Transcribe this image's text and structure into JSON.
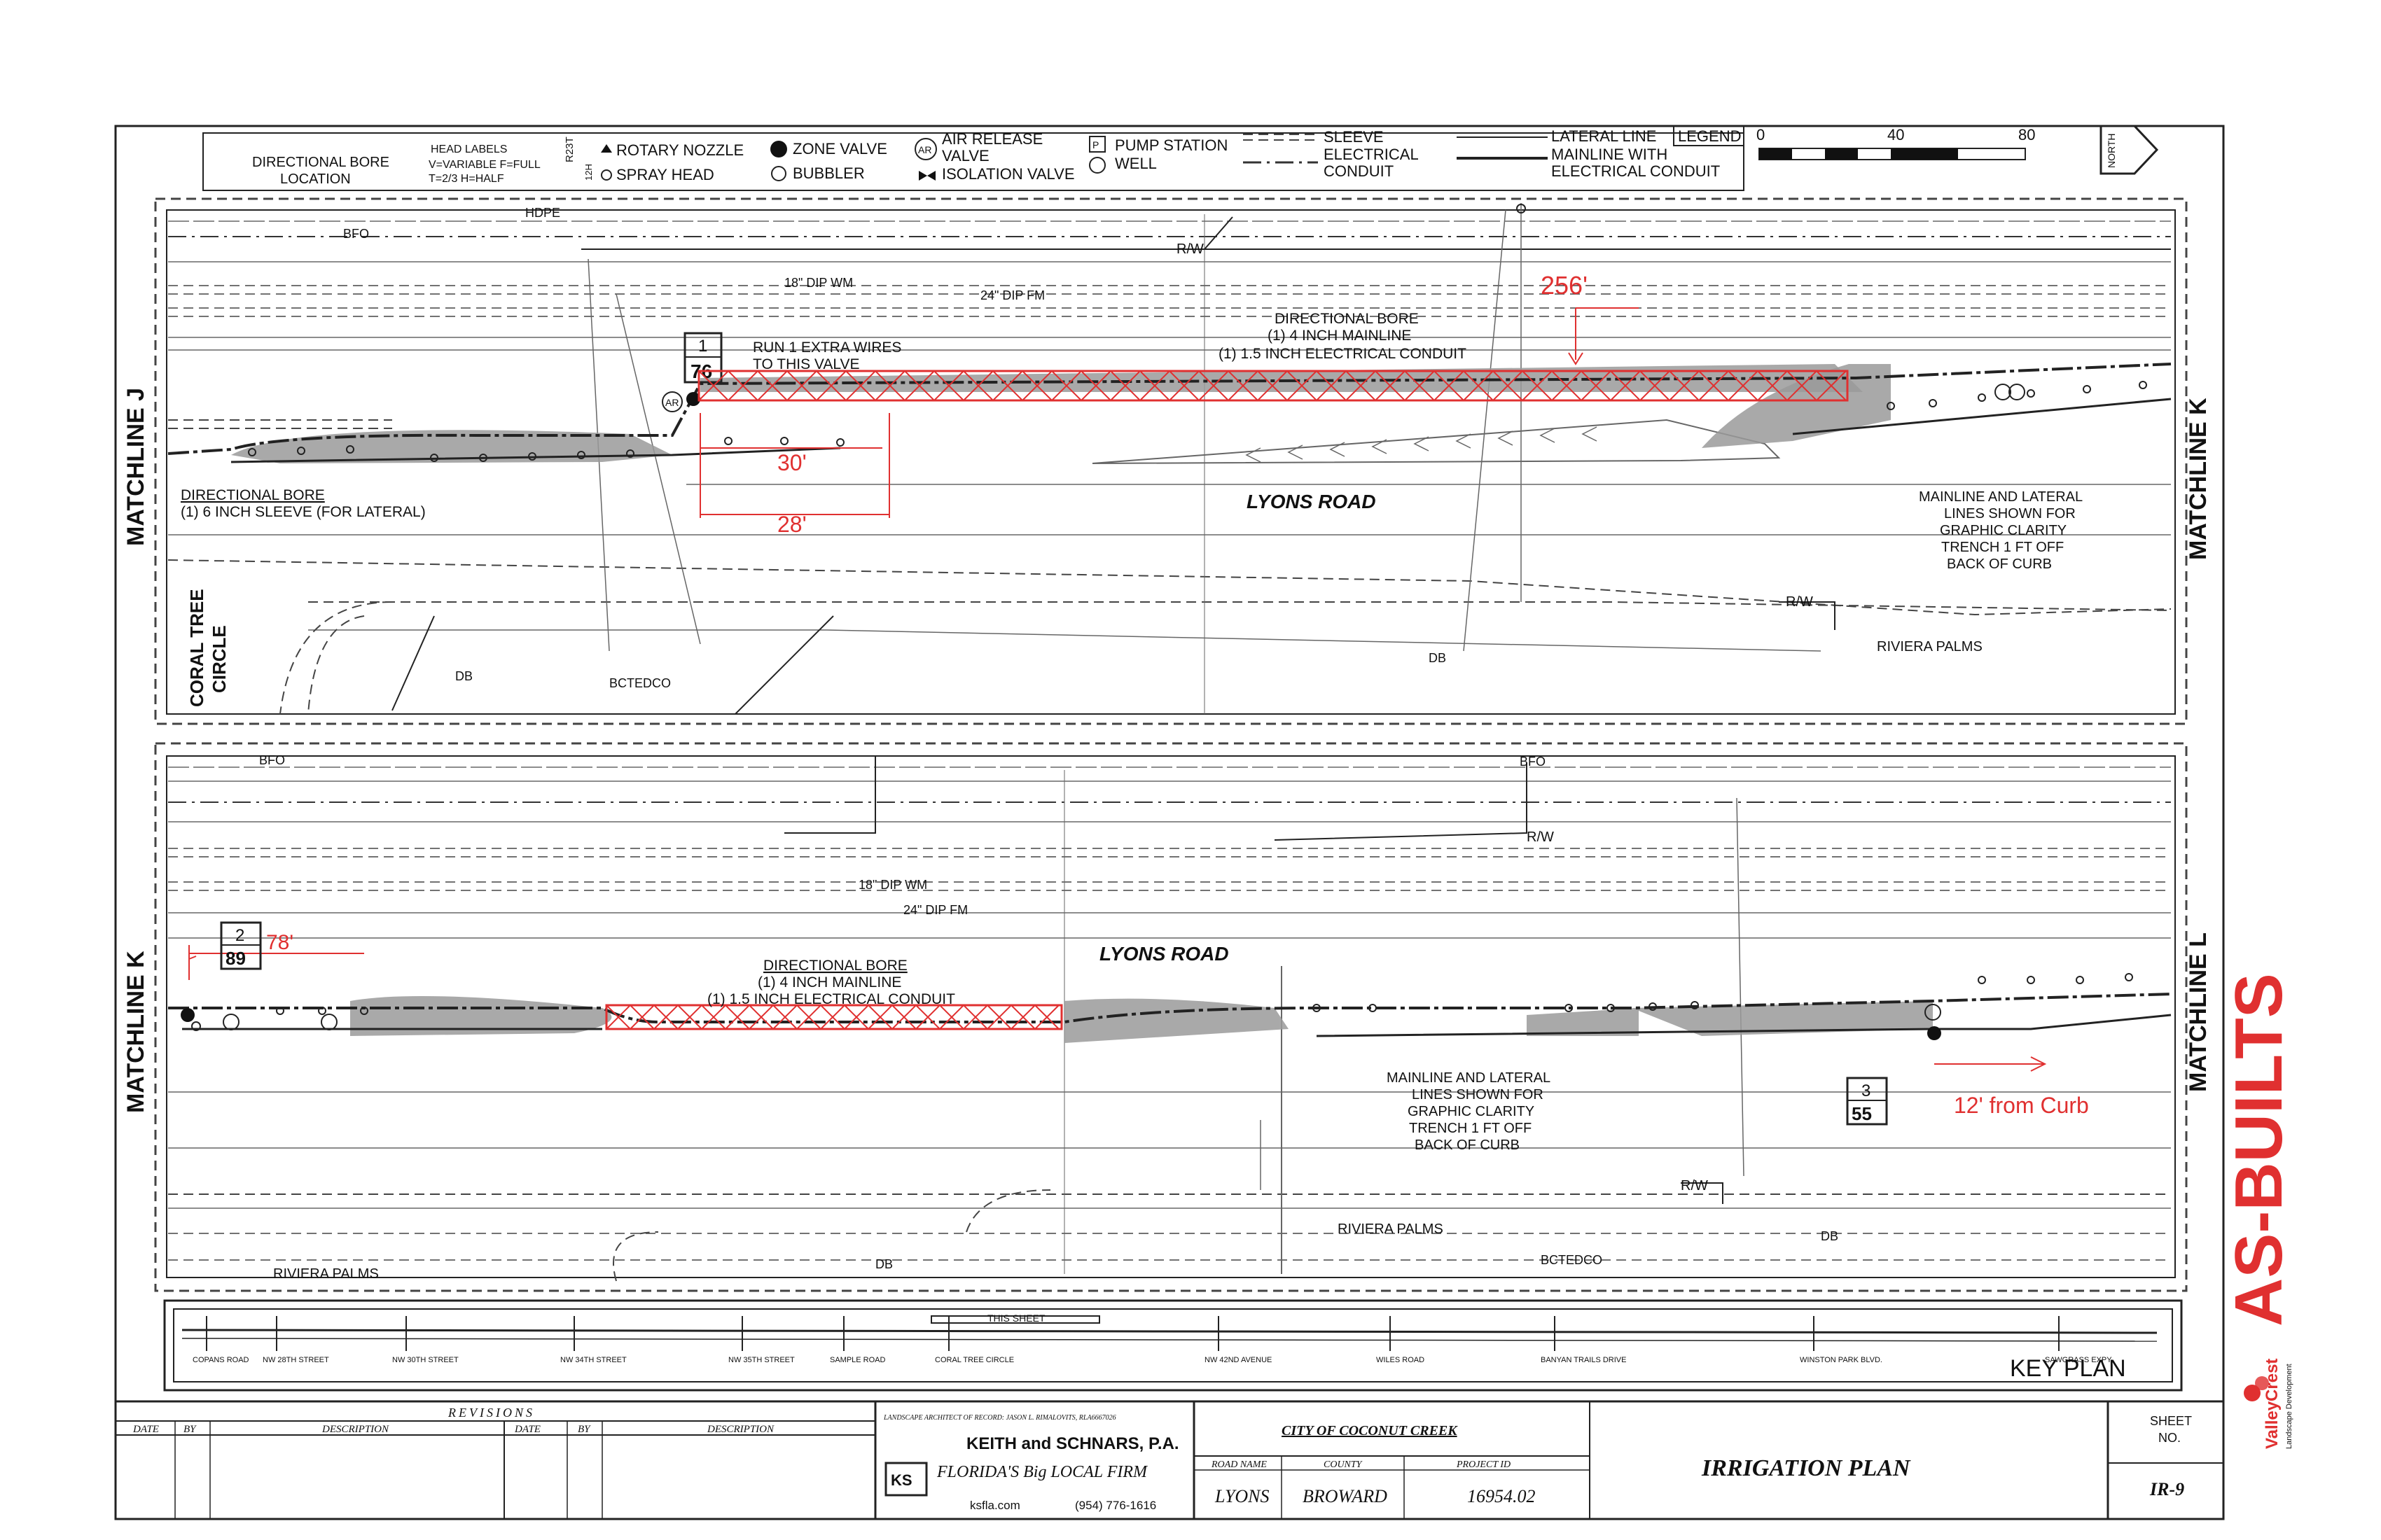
{
  "legend": {
    "directional_bore": "DIRECTIONAL BORE",
    "location": "LOCATION",
    "head_labels": "HEAD LABELS",
    "head_codes_1": "V=VARIABLE F=FULL",
    "head_codes_2": "T=2/3 H=HALF",
    "rotary_code": "R23T",
    "spray_code": "12H",
    "rotary_nozzle": "ROTARY NOZZLE",
    "spray_head": "SPRAY HEAD",
    "zone_valve": "ZONE VALVE",
    "bubbler": "BUBBLER",
    "air_release_1": "AIR RELEASE",
    "air_release_2": "VALVE",
    "isolation_valve": "ISOLATION VALVE",
    "pump_station": "PUMP STATION",
    "well": "WELL",
    "sleeve": "SLEEVE",
    "electrical_1": "ELECTRICAL",
    "electrical_2": "CONDUIT",
    "lateral_line": "LATERAL LINE",
    "mainline_1": "MAINLINE WITH",
    "mainline_2": "ELECTRICAL CONDUIT",
    "legend_title": "LEGEND",
    "scale_0": "0",
    "scale_40": "40",
    "scale_80": "80",
    "north": "NORTH"
  },
  "top_panel": {
    "matchline_left": "MATCHLINE J",
    "matchline_right": "MATCHLINE K",
    "coral_tree_1": "CORAL TREE",
    "coral_tree_2": "CIRCLE",
    "road": "LYONS ROAD",
    "valve_number": "1",
    "valve_gpm": "76",
    "run_wires_1": "RUN 1 EXTRA WIRES",
    "run_wires_2": "TO THIS VALVE",
    "bore_1": "DIRECTIONAL BORE",
    "bore_2": "(1) 4 INCH MAINLINE",
    "bore_3": "(1) 1.5 INCH ELECTRICAL CONDUIT",
    "sleeve_1": "DIRECTIONAL BORE",
    "sleeve_2": "(1) 6 INCH SLEEVE (FOR LATERAL)",
    "note_1": "MAINLINE AND LATERAL",
    "note_2": "LINES SHOWN FOR",
    "note_3": "GRAPHIC CLARITY",
    "note_4": "TRENCH 1 FT OFF",
    "note_5": "BACK OF CURB",
    "redline_256": "256'",
    "redline_30": "30'",
    "redline_28": "28'",
    "util_hdpe": "HDPE",
    "util_bfo": "BFO",
    "util_wm": "18\" DIP WM",
    "util_fm": "24\" DIP FM",
    "util_rw": "R/W",
    "util_db": "DB",
    "util_bctedco": "BCTEDCO",
    "riviera": "RIVIERA PALMS"
  },
  "bottom_panel": {
    "matchline_left": "MATCHLINE K",
    "matchline_right": "MATCHLINE L",
    "road": "LYONS ROAD",
    "valve2_number": "2",
    "valve2_gpm": "89",
    "valve3_number": "3",
    "valve3_gpm": "55",
    "redline_78": "78'",
    "redline_curb": "12' from Curb",
    "bore_1": "DIRECTIONAL BORE",
    "bore_2": "(1) 4 INCH MAINLINE",
    "bore_3": "(1) 1.5 INCH ELECTRICAL CONDUIT",
    "note_1": "MAINLINE AND LATERAL",
    "note_2": "LINES SHOWN FOR",
    "note_3": "GRAPHIC CLARITY",
    "note_4": "TRENCH 1 FT OFF",
    "note_5": "BACK OF CURB",
    "util_bfo": "BFO",
    "util_wm": "18\" DIP WM",
    "util_fm": "24\" DIP FM",
    "util_rw": "R/W",
    "util_db": "DB",
    "util_bctedco": "BCTEDCO",
    "riviera_1": "RIVIERA PALMS",
    "riviera_2": "RIVIERA PALMS"
  },
  "key_plan": {
    "title": "KEY PLAN",
    "this_sheet": "THIS SHEET",
    "streets": [
      "COPANS ROAD",
      "NW 28TH STREET",
      "NW 30TH STREET",
      "NW 34TH STREET",
      "NW 35TH STREET",
      "SAMPLE ROAD",
      "CORAL TREE CIRCLE",
      "NW 42ND AVENUE",
      "WILES ROAD",
      "BANYAN TRAILS DRIVE",
      "WINSTON PARK BLVD.",
      "SAWGRASS EXPY"
    ]
  },
  "title_block": {
    "revisions": "REVISIONS",
    "date": "DATE",
    "by": "BY",
    "description": "DESCRIPTION",
    "landscape_architect": "LANDSCAPE ARCHITECT OF RECORD: JASON L. RIMALOVITS, RLA6667026",
    "firm_name": "KEITH and SCHNARS, P.A.",
    "firm_tag": "FLORIDA'S Big LOCAL FIRM",
    "firm_web": "ksfla.com",
    "firm_phone": "(954) 776-1616",
    "client": "CITY OF COCONUT CREEK",
    "road_name_label": "ROAD NAME",
    "county_label": "COUNTY",
    "project_id_label": "PROJECT ID",
    "road_name": "LYONS",
    "county": "BROWARD",
    "project_id": "16954.02",
    "plan_title": "IRRIGATION PLAN",
    "sheet_no_1": "SHEET",
    "sheet_no_2": "NO.",
    "sheet_no": "IR-9"
  },
  "stamp": {
    "as_builts": "AS-BUILTS",
    "company": "ValleyCrest",
    "company_sub": "Landscape Development"
  },
  "colors": {
    "redline": "#e03030",
    "fill_grey": "#9a9a9a",
    "ink": "#111111"
  }
}
